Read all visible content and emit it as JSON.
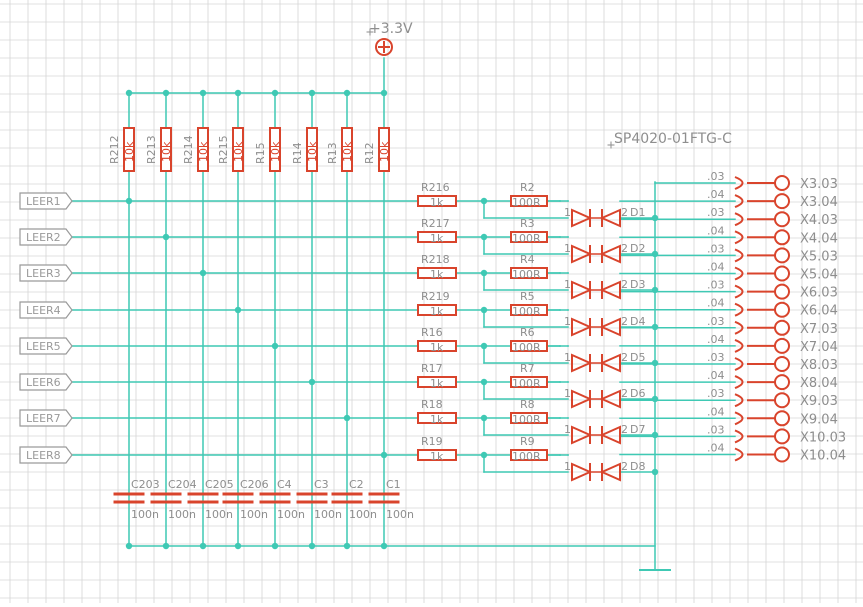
{
  "supply": {
    "label": "+3.3V"
  },
  "chip": {
    "label": "SP4020-01FTG-C"
  },
  "pullups": [
    {
      "name": "R212",
      "value": "10k"
    },
    {
      "name": "R213",
      "value": "10k"
    },
    {
      "name": "R214",
      "value": "10k"
    },
    {
      "name": "R215",
      "value": "10k"
    },
    {
      "name": "R15",
      "value": "10k"
    },
    {
      "name": "R14",
      "value": "10k"
    },
    {
      "name": "R13",
      "value": "10k"
    },
    {
      "name": "R12",
      "value": "10k"
    }
  ],
  "caps": [
    {
      "name": "C203",
      "value": "100n"
    },
    {
      "name": "C204",
      "value": "100n"
    },
    {
      "name": "C205",
      "value": "100n"
    },
    {
      "name": "C206",
      "value": "100n"
    },
    {
      "name": "C4",
      "value": "100n"
    },
    {
      "name": "C3",
      "value": "100n"
    },
    {
      "name": "C2",
      "value": "100n"
    },
    {
      "name": "C1",
      "value": "100n"
    }
  ],
  "channels": [
    {
      "port": "LEER1",
      "r1": "R216",
      "r1v": "1k",
      "r2": "R2",
      "r2v": "100R",
      "diode": "D1"
    },
    {
      "port": "LEER2",
      "r1": "R217",
      "r1v": "1k",
      "r2": "R3",
      "r2v": "100R",
      "diode": "D2"
    },
    {
      "port": "LEER3",
      "r1": "R218",
      "r1v": "1k",
      "r2": "R4",
      "r2v": "100R",
      "diode": "D3"
    },
    {
      "port": "LEER4",
      "r1": "R219",
      "r1v": "1k",
      "r2": "R5",
      "r2v": "100R",
      "diode": "D4"
    },
    {
      "port": "LEER5",
      "r1": "R16",
      "r1v": "1k",
      "r2": "R6",
      "r2v": "100R",
      "diode": "D5"
    },
    {
      "port": "LEER6",
      "r1": "R17",
      "r1v": "1k",
      "r2": "R7",
      "r2v": "100R",
      "diode": "D6"
    },
    {
      "port": "LEER7",
      "r1": "R18",
      "r1v": "1k",
      "r2": "R8",
      "r2v": "100R",
      "diode": "D7"
    },
    {
      "port": "LEER8",
      "r1": "R19",
      "r1v": "1k",
      "r2": "R9",
      "r2v": "100R",
      "diode": "D8"
    }
  ],
  "diode_pins": {
    "a": "1",
    "b": "2"
  },
  "connectors": [
    {
      "pin": ".03",
      "name": "X3.03"
    },
    {
      "pin": ".04",
      "name": "X3.04"
    },
    {
      "pin": ".03",
      "name": "X4.03"
    },
    {
      "pin": ".04",
      "name": "X4.04"
    },
    {
      "pin": ".03",
      "name": "X5.03"
    },
    {
      "pin": ".04",
      "name": "X5.04"
    },
    {
      "pin": ".03",
      "name": "X6.03"
    },
    {
      "pin": ".04",
      "name": "X6.04"
    },
    {
      "pin": ".03",
      "name": "X7.03"
    },
    {
      "pin": ".04",
      "name": "X7.04"
    },
    {
      "pin": ".03",
      "name": "X8.03"
    },
    {
      "pin": ".04",
      "name": "X8.04"
    },
    {
      "pin": ".03",
      "name": "X9.03"
    },
    {
      "pin": ".04",
      "name": "X9.04"
    },
    {
      "pin": ".03",
      "name": "X10.03"
    },
    {
      "pin": ".04",
      "name": "X10.04"
    }
  ],
  "colors": {
    "background": "#ffffff",
    "grid": "#d6d6d6",
    "wire": "#3fc9b4",
    "part": "#d9442c",
    "label": "#8e8e8e",
    "port_text": "#9a9a9a",
    "ground": "#3fc9b4"
  }
}
